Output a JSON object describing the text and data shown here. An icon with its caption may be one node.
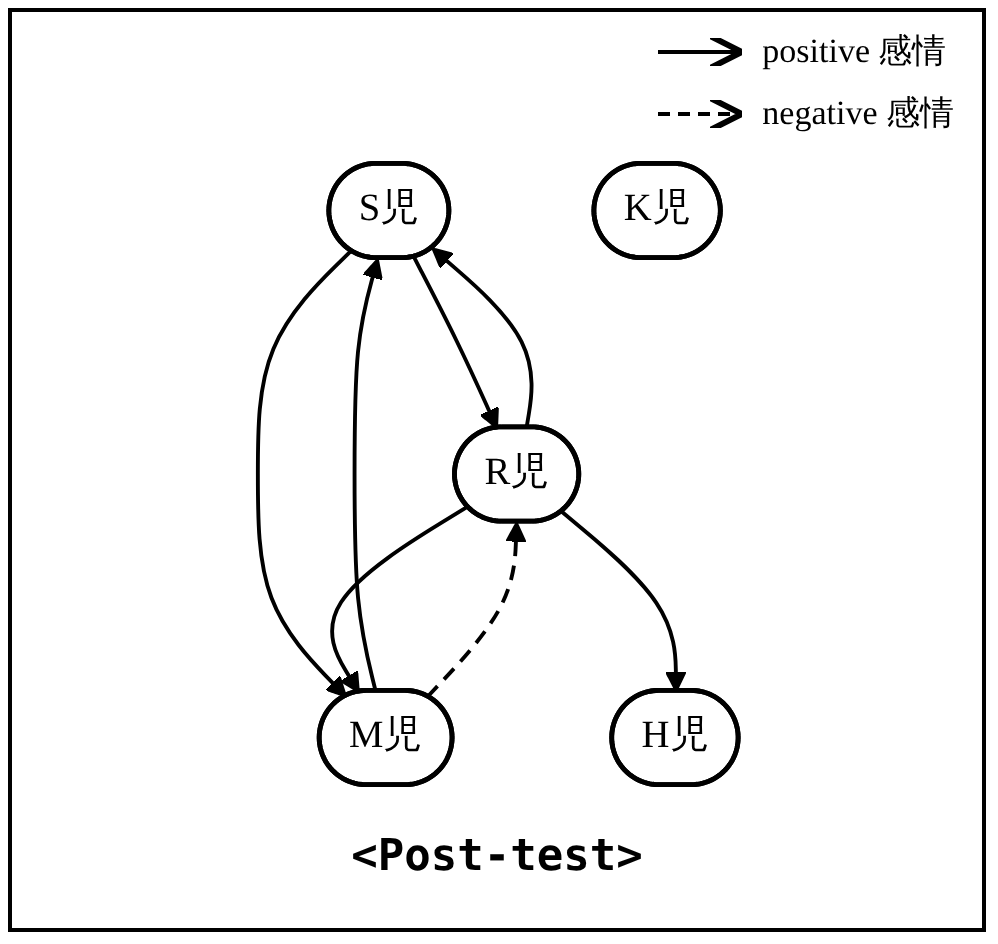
{
  "diagram": {
    "caption": "<Post-test>",
    "nodes": [
      {
        "text": [
          "S児"
        ]
      },
      {
        "text": [
          "R児"
        ]
      },
      {
        "text": [
          "M児"
        ]
      },
      {
        "text": [
          "K児"
        ]
      },
      {
        "text": [
          "H児"
        ]
      }
    ],
    "edges": [
      {
        "from": 0,
        "to": 1,
        "arrow": "to"
      },
      {
        "from": 1,
        "to": 0,
        "arrow": "to"
      },
      {
        "from": 0,
        "to": 2,
        "arrow": "to"
      },
      {
        "from": 2,
        "to": 0,
        "arrow": "to"
      },
      {
        "from": 2,
        "to": 1,
        "arrow": "to",
        "style": "dashed"
      },
      {
        "from": 1,
        "to": 2,
        "arrow": "to"
      },
      {
        "from": 1,
        "to": 4,
        "arrow": "to"
      }
    ],
    "legend": [
      {
        "text": "positive 感情"
      },
      {
        "text": "negative 感情"
      }
    ]
  }
}
